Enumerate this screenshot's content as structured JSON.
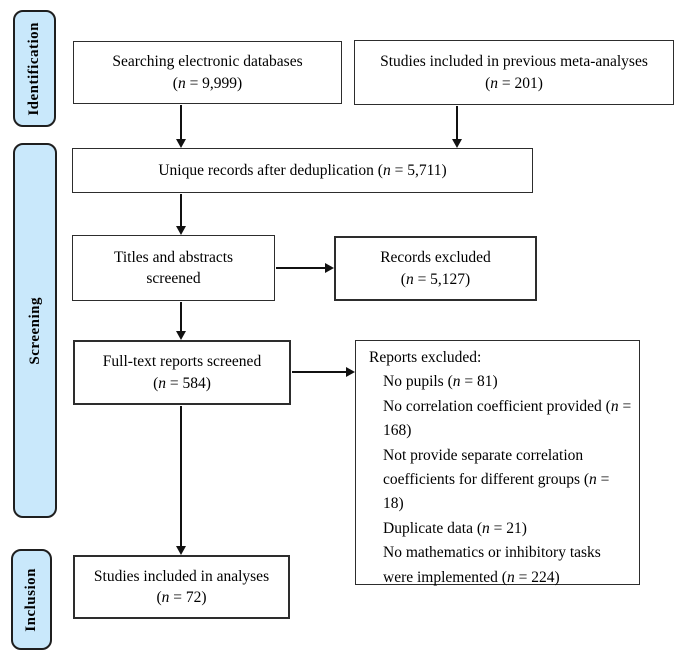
{
  "palette": {
    "background": "#ffffff",
    "stage_fill": "#c9e8fb",
    "stage_border": "#1f1f1f",
    "box_border": "#2d2d2d",
    "arrow": "#111111"
  },
  "stages": {
    "identification": "Identification",
    "screening": "Screening",
    "inclusion": "Inclusion"
  },
  "boxes": {
    "search": {
      "lines": [
        "Searching electronic databases",
        "(n = 9,999)"
      ]
    },
    "previous": {
      "lines": [
        "Studies included in previous meta-analyses",
        "(n = 201)"
      ]
    },
    "dedup": {
      "lines": [
        "Unique records after deduplication (n = 5,711)"
      ]
    },
    "titles_screened": {
      "lines": [
        "Titles and abstracts",
        "screened"
      ]
    },
    "records_excluded": {
      "lines": [
        "Records excluded",
        "(n = 5,127)"
      ]
    },
    "fulltext": {
      "lines": [
        "Full-text reports screened",
        "(n = 584)"
      ]
    },
    "reports_excluded": {
      "title": "Reports excluded:",
      "items": [
        "No pupils (n = 81)",
        "No correlation coefficient provided (n = 168)",
        "Not provide separate correlation coefficients for different groups (n = 18)",
        "Duplicate data (n = 21)",
        "No mathematics or inhibitory tasks were implemented (n = 224)"
      ]
    },
    "included": {
      "lines": [
        "Studies included in analyses",
        "(n = 72)"
      ]
    }
  }
}
